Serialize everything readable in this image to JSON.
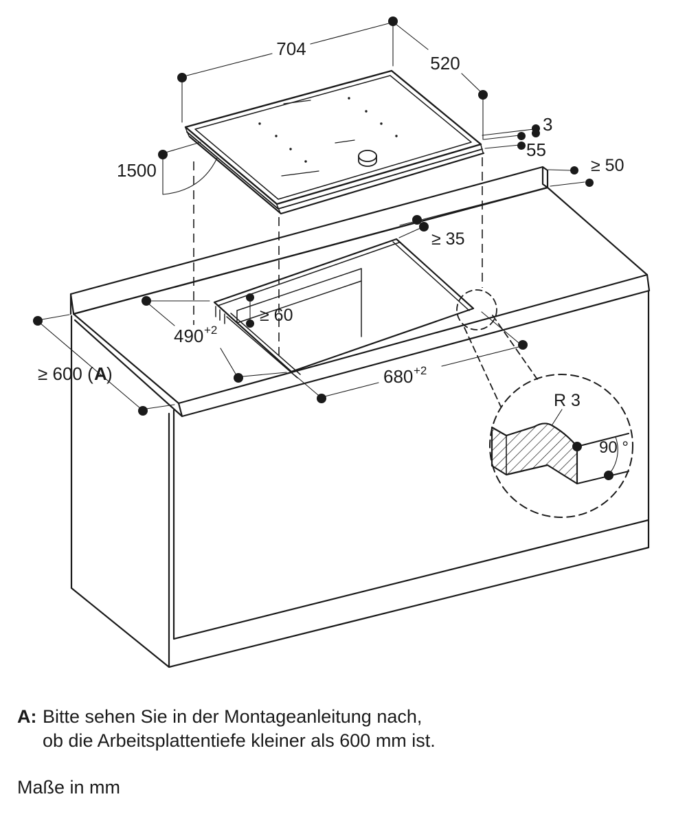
{
  "diagram": {
    "title_hint": "cooktop-installation-drawing",
    "colors": {
      "line": "#1a1a1a",
      "background": "#ffffff"
    },
    "dims": {
      "cooktop_width": "704",
      "cooktop_depth": "520",
      "glass_thickness": "3",
      "body_height": "55",
      "rear_clearance": "≥ 50",
      "cable_length": "1500",
      "wall_distance": "≥ 35",
      "under_clearance": "≥ 60",
      "cutout_depth": "490",
      "cutout_depth_tol": "+2",
      "cutout_width": "680",
      "cutout_width_tol": "+2",
      "worktop_depth_prefix": "≥ 600 (",
      "worktop_depth_ref": "A",
      "worktop_depth_suffix": ")",
      "corner_radius": "R 3",
      "corner_angle": "90 °"
    },
    "footnote": {
      "label": "A:",
      "line1": "Bitte sehen Sie in der Montageanleitung nach,",
      "line2": "ob die Arbeitsplattentiefe kleiner als 600 mm ist."
    },
    "units_note": "Maße in mm"
  }
}
